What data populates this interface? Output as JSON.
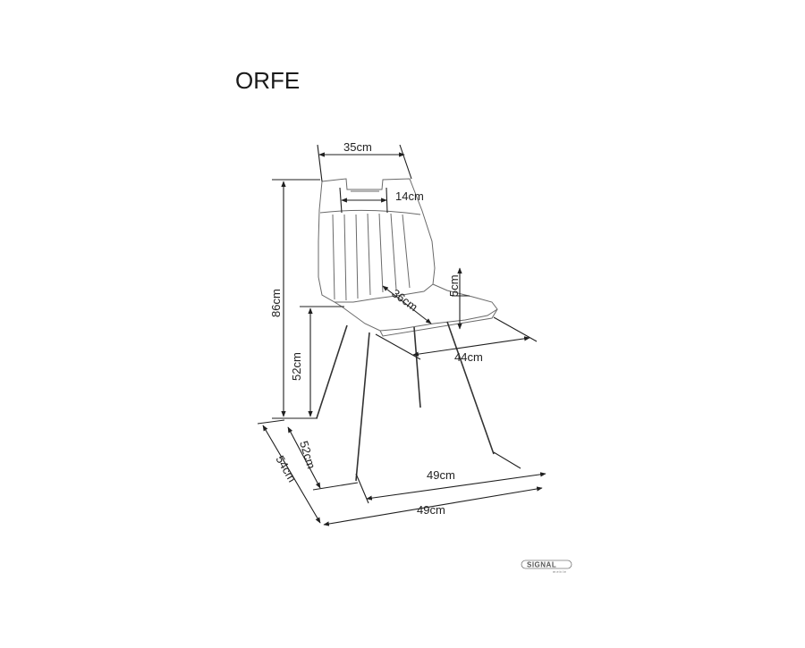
{
  "title": "ORFE",
  "dimensions": {
    "top_width": "35cm",
    "handle_width": "14cm",
    "total_height": "86cm",
    "seat_thickness": "5cm",
    "seat_depth_diag": "36cm",
    "seat_width": "44cm",
    "seat_height": "52cm",
    "base_depth_inner": "52cm",
    "base_width_inner": "49cm",
    "base_depth_outer": "54cm",
    "base_width_outer": "49cm"
  },
  "logo": {
    "name": "SIGNAL",
    "sub": "meble"
  }
}
